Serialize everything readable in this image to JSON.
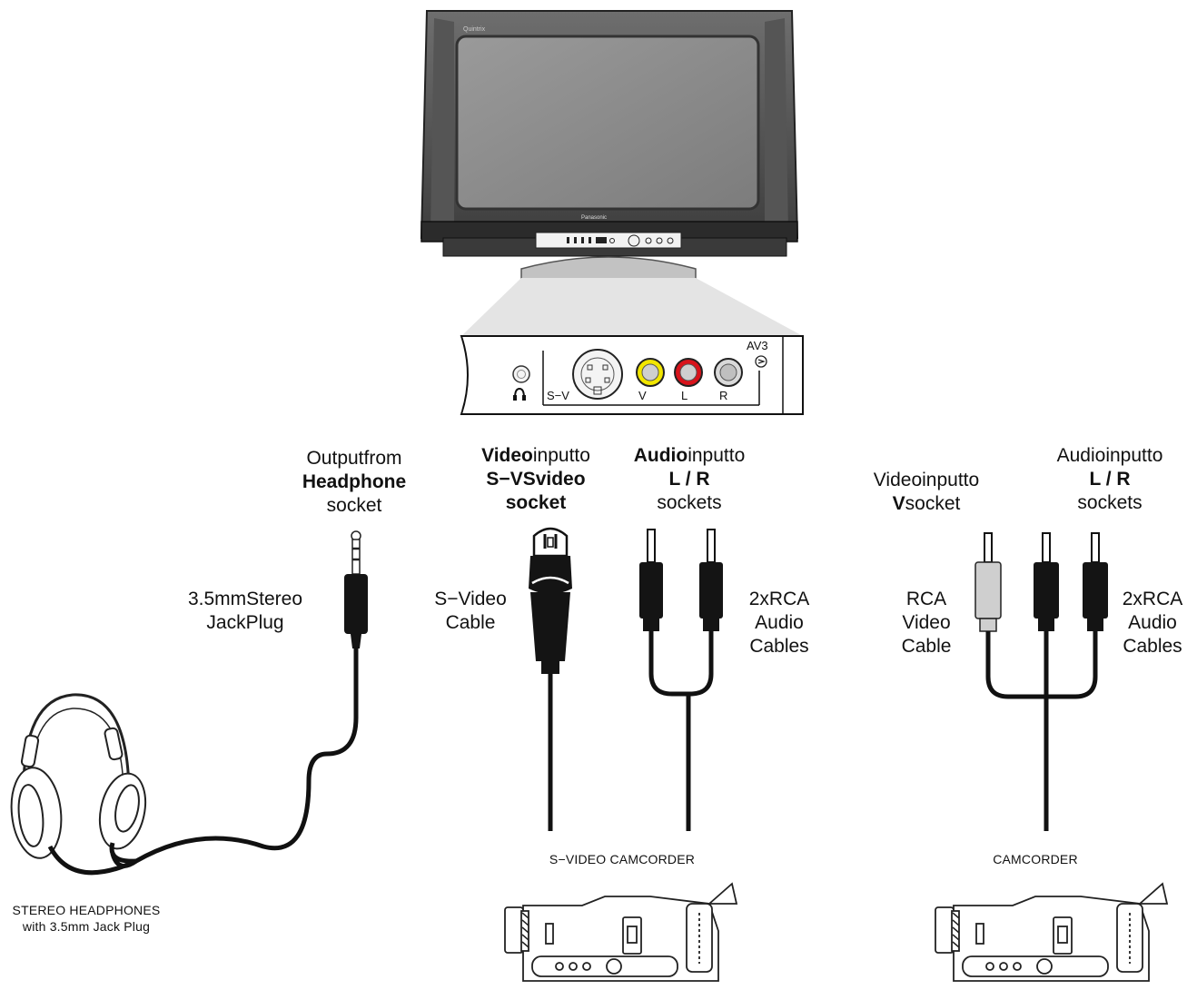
{
  "tv": {
    "brand": "Panasonic"
  },
  "panel": {
    "sv_label": "S−V",
    "v_label": "V",
    "l_label": "L",
    "r_label": "R",
    "av_label": "AV3"
  },
  "labels": {
    "headphone_socket": {
      "line1": "Outputfrom",
      "line2": "Headphone",
      "line3": "socket"
    },
    "svideo_socket": {
      "line1_a": "Video",
      "line1_b": "inputto",
      "line2": "S−VSvideo",
      "line3": "socket"
    },
    "audio_socket_left": {
      "line1_a": "Audio",
      "line1_b": "inputto",
      "line2": "L / R",
      "line3": "sockets"
    },
    "video_socket_right": {
      "line1": "Videoinputto",
      "line2_a": "V",
      "line2_b": "socket"
    },
    "audio_socket_right": {
      "line1": "Audioinputto",
      "line2": "L / R",
      "line3": "sockets"
    },
    "jack_plug": {
      "line1": "3.5mmStereo",
      "line2": "JackPlug"
    },
    "svideo_cable": {
      "line1": "S−Video",
      "line2": "Cable"
    },
    "rca_audio_left": {
      "line1": "2xRCA",
      "line2": "Audio",
      "line3": "Cables"
    },
    "rca_video": {
      "line1": "RCA",
      "line2": "Video",
      "line3": "Cable"
    },
    "rca_audio_right": {
      "line1": "2xRCA",
      "line2": "Audio",
      "line3": "Cables"
    }
  },
  "captions": {
    "headphones_line1": "STEREO HEADPHONES",
    "headphones_line2": "with 3.5mm  Jack Plug",
    "svideo_camcorder": "S−VIDEO CAMCORDER",
    "camcorder": "CAMCORDER"
  },
  "colors": {
    "video_jack": "#f2e600",
    "audio_left_jack": "#d8131b",
    "audio_right_jack": "#c9c9c9",
    "line": "#111111"
  }
}
